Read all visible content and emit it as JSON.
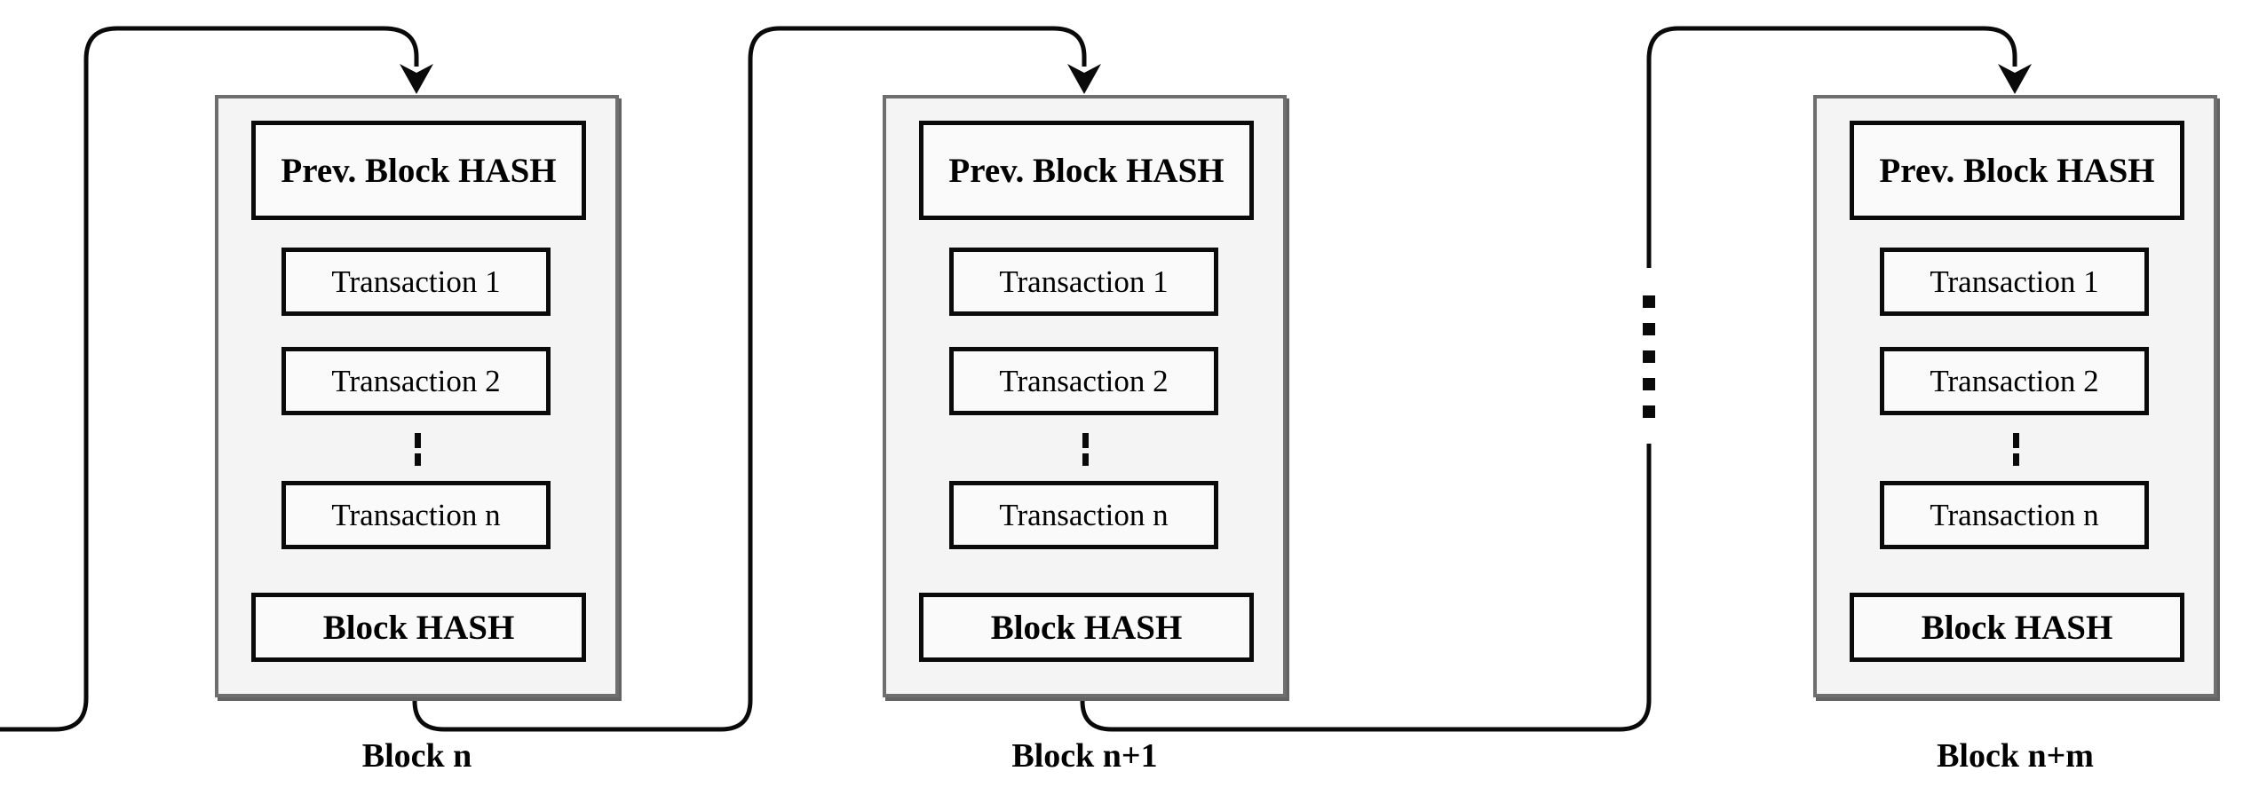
{
  "diagram": {
    "type": "blockchain-structure",
    "blocks": [
      {
        "label": "Block n",
        "prev_hash": "Prev. Block HASH",
        "transaction_1": "Transaction 1",
        "transaction_2": "Transaction 2",
        "transaction_n": "Transaction n",
        "block_hash": "Block HASH"
      },
      {
        "label": "Block n+1",
        "prev_hash": "Prev. Block HASH",
        "transaction_1": "Transaction 1",
        "transaction_2": "Transaction 2",
        "transaction_n": "Transaction n",
        "block_hash": "Block HASH"
      },
      {
        "label": "Block n+m",
        "prev_hash": "Prev. Block HASH",
        "transaction_1": "Transaction 1",
        "transaction_2": "Transaction 2",
        "transaction_n": "Transaction n",
        "block_hash": "Block HASH"
      }
    ],
    "colors": {
      "background": "#ffffff",
      "block_fill": "#f4f4f4",
      "frame_border": "#6e6e6e",
      "inner_box_fill": "#fafafa",
      "line_and_text": "#0a0a0a"
    }
  }
}
